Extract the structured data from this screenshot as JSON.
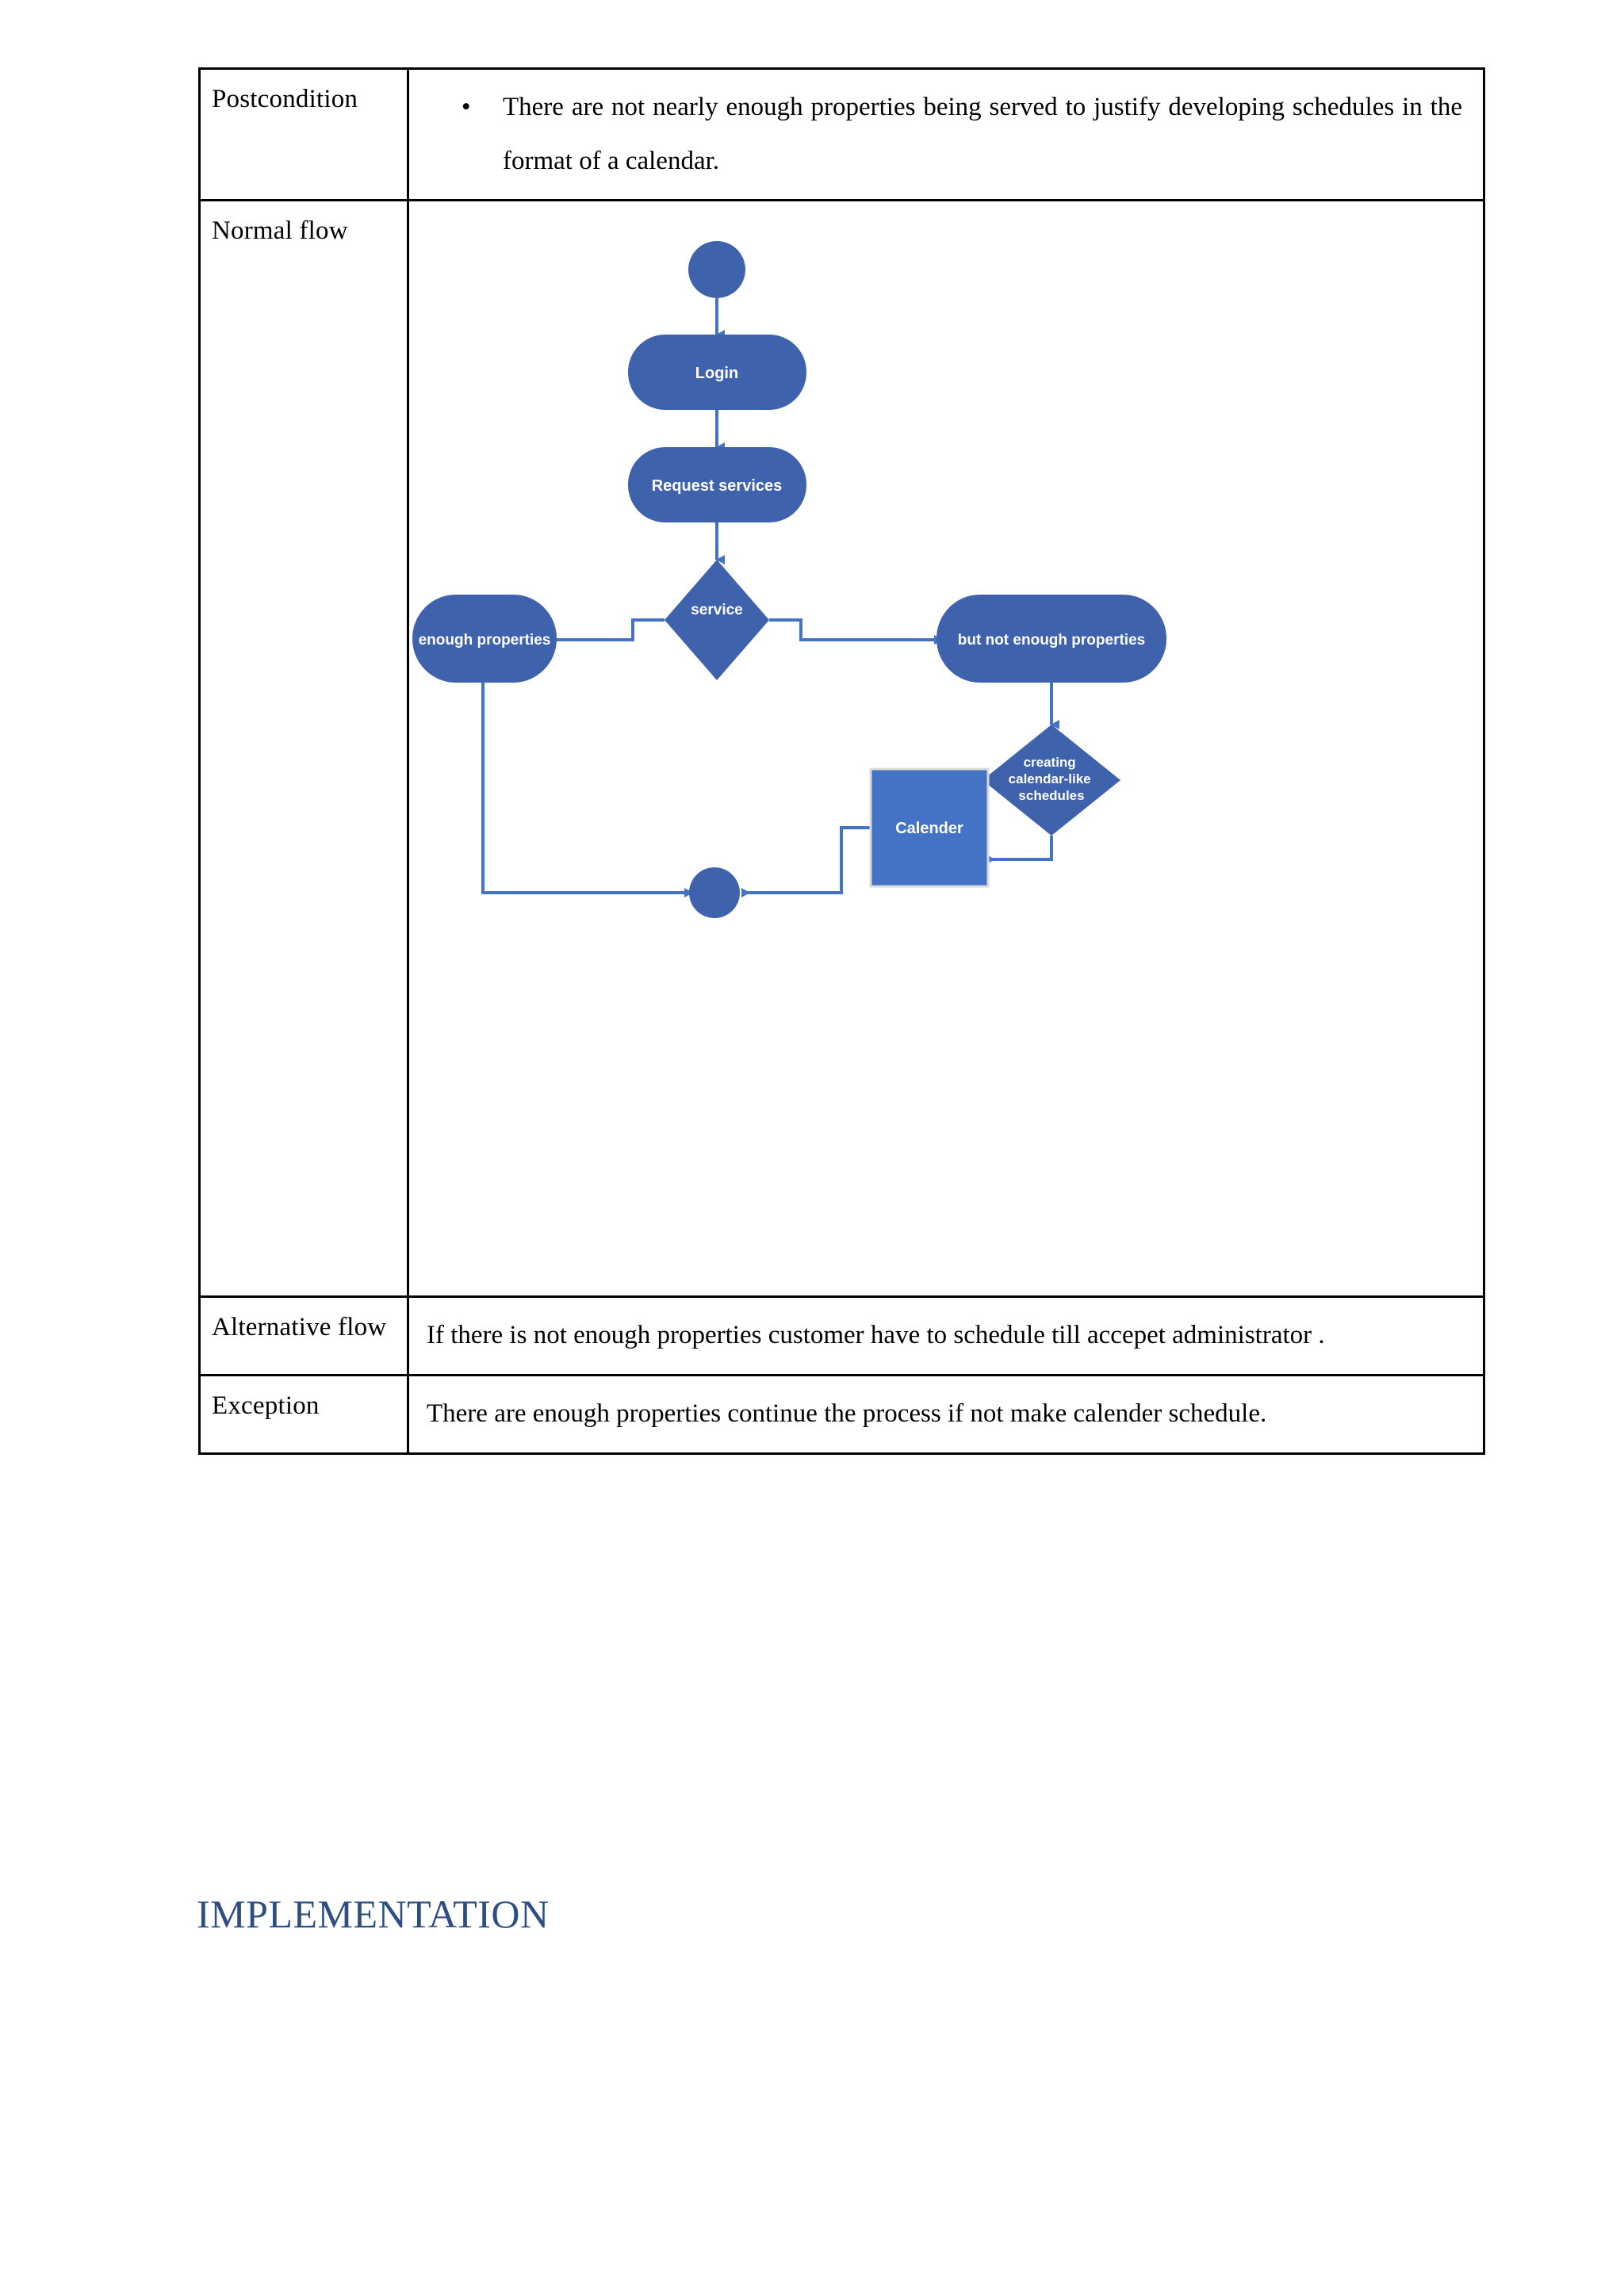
{
  "document": {
    "heading": "IMPLEMENTATION"
  },
  "table": {
    "rows": [
      {
        "label": "Postcondition",
        "type": "bullet",
        "bullet_glyph": "•",
        "text": "There are not nearly enough properties being served to justify developing schedules in the format of a calendar."
      },
      {
        "label": "Normal flow",
        "type": "diagram"
      },
      {
        "label": "Alternative flow",
        "type": "text",
        "text": "If there is not enough properties customer have to schedule till accepet administrator ."
      },
      {
        "label": "Exception",
        "type": "text",
        "text": "There are enough properties continue the process if not make calender schedule."
      }
    ]
  },
  "diagram": {
    "type": "activity-flowchart",
    "colors": {
      "node_fill": "#3E62AB",
      "node_fill_light": "#4472C4",
      "connector": "#4472C4",
      "node_text": "#FFFFFF"
    },
    "nodes": [
      {
        "id": "start",
        "shape": "circle",
        "label": ""
      },
      {
        "id": "login",
        "shape": "rounded-rect",
        "label": "Login"
      },
      {
        "id": "request",
        "shape": "rounded-rect",
        "label": "Request services"
      },
      {
        "id": "service",
        "shape": "diamond",
        "label": "service"
      },
      {
        "id": "enough",
        "shape": "rounded-rect",
        "label": "enough properties"
      },
      {
        "id": "notenough",
        "shape": "rounded-rect",
        "label": "but not enough properties"
      },
      {
        "id": "creating",
        "shape": "diamond",
        "label": "creating calendar-like schedules"
      },
      {
        "id": "calender",
        "shape": "rect",
        "label": "Calender"
      },
      {
        "id": "end",
        "shape": "circle",
        "label": ""
      }
    ],
    "edges": [
      {
        "from": "start",
        "to": "login"
      },
      {
        "from": "login",
        "to": "request"
      },
      {
        "from": "request",
        "to": "service"
      },
      {
        "from": "service",
        "to": "enough"
      },
      {
        "from": "service",
        "to": "notenough"
      },
      {
        "from": "notenough",
        "to": "creating"
      },
      {
        "from": "creating",
        "to": "calender"
      },
      {
        "from": "calender",
        "to": "end"
      },
      {
        "from": "enough",
        "to": "end"
      }
    ],
    "creating_label_lines": [
      "creating",
      "calendar-like",
      "schedules"
    ]
  }
}
